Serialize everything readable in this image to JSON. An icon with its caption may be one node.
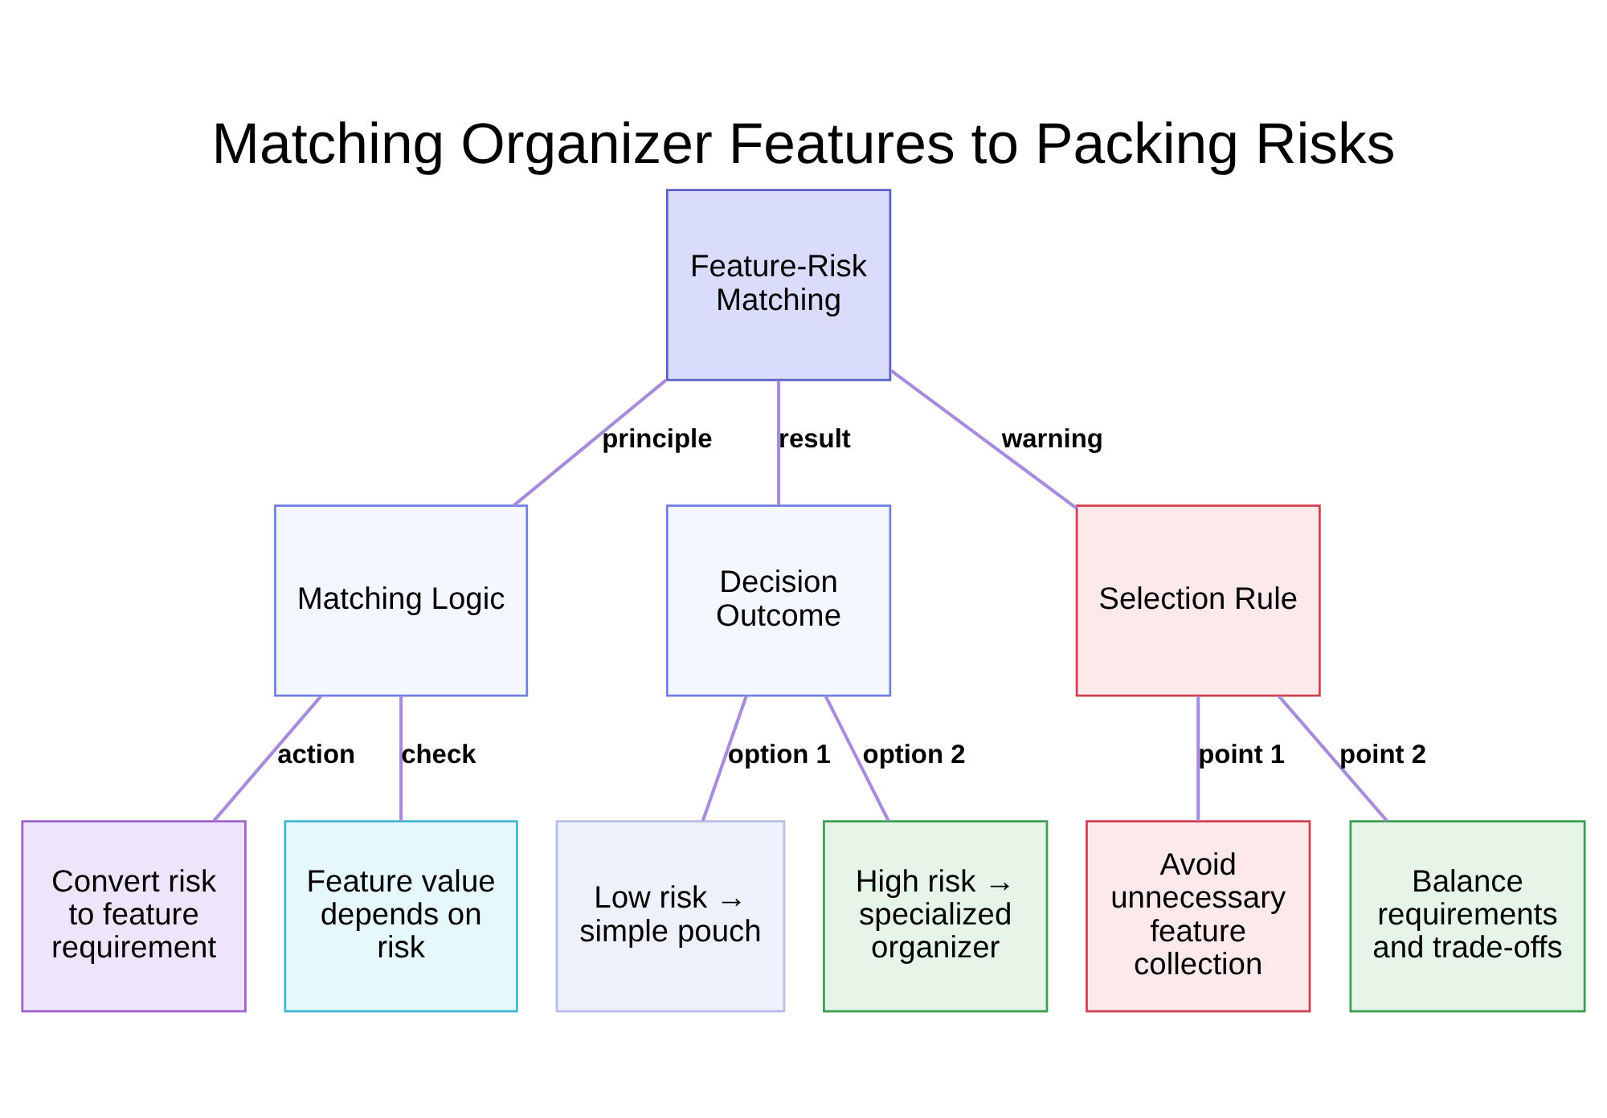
{
  "diagram": {
    "title": "Matching Organizer Features to Packing Risks",
    "nodes": [
      {
        "text": [
          "Feature-Risk Matching"
        ]
      },
      {
        "text": [
          "Matching Logic"
        ]
      },
      {
        "text": [
          "Decision Outcome"
        ]
      },
      {
        "text": [
          "Selection Rule"
        ]
      },
      {
        "text": [
          "Convert risk to feature requirement"
        ]
      },
      {
        "text": [
          "Feature value depends on risk"
        ]
      },
      {
        "text": [
          "Low risk → simple pouch"
        ]
      },
      {
        "text": [
          "High risk → specialized organizer"
        ]
      },
      {
        "text": [
          "Avoid unnecessary feature collection"
        ]
      },
      {
        "text": [
          "Balance requirements and trade-offs"
        ]
      }
    ],
    "edges": [
      {
        "from": 0,
        "to": 1,
        "arrow": "none",
        "label": "principle"
      },
      {
        "from": 0,
        "to": 2,
        "arrow": "none",
        "label": "result"
      },
      {
        "from": 0,
        "to": 3,
        "arrow": "none",
        "label": "warning"
      },
      {
        "from": 1,
        "to": 4,
        "arrow": "none",
        "label": "action"
      },
      {
        "from": 1,
        "to": 5,
        "arrow": "none",
        "label": "check"
      },
      {
        "from": 2,
        "to": 6,
        "arrow": "none",
        "label": "option 1"
      },
      {
        "from": 2,
        "to": 7,
        "arrow": "none",
        "label": "option 2"
      },
      {
        "from": 3,
        "to": 8,
        "arrow": "none",
        "label": "point 1"
      },
      {
        "from": 3,
        "to": 9,
        "arrow": "none",
        "label": "point 2"
      }
    ]
  }
}
